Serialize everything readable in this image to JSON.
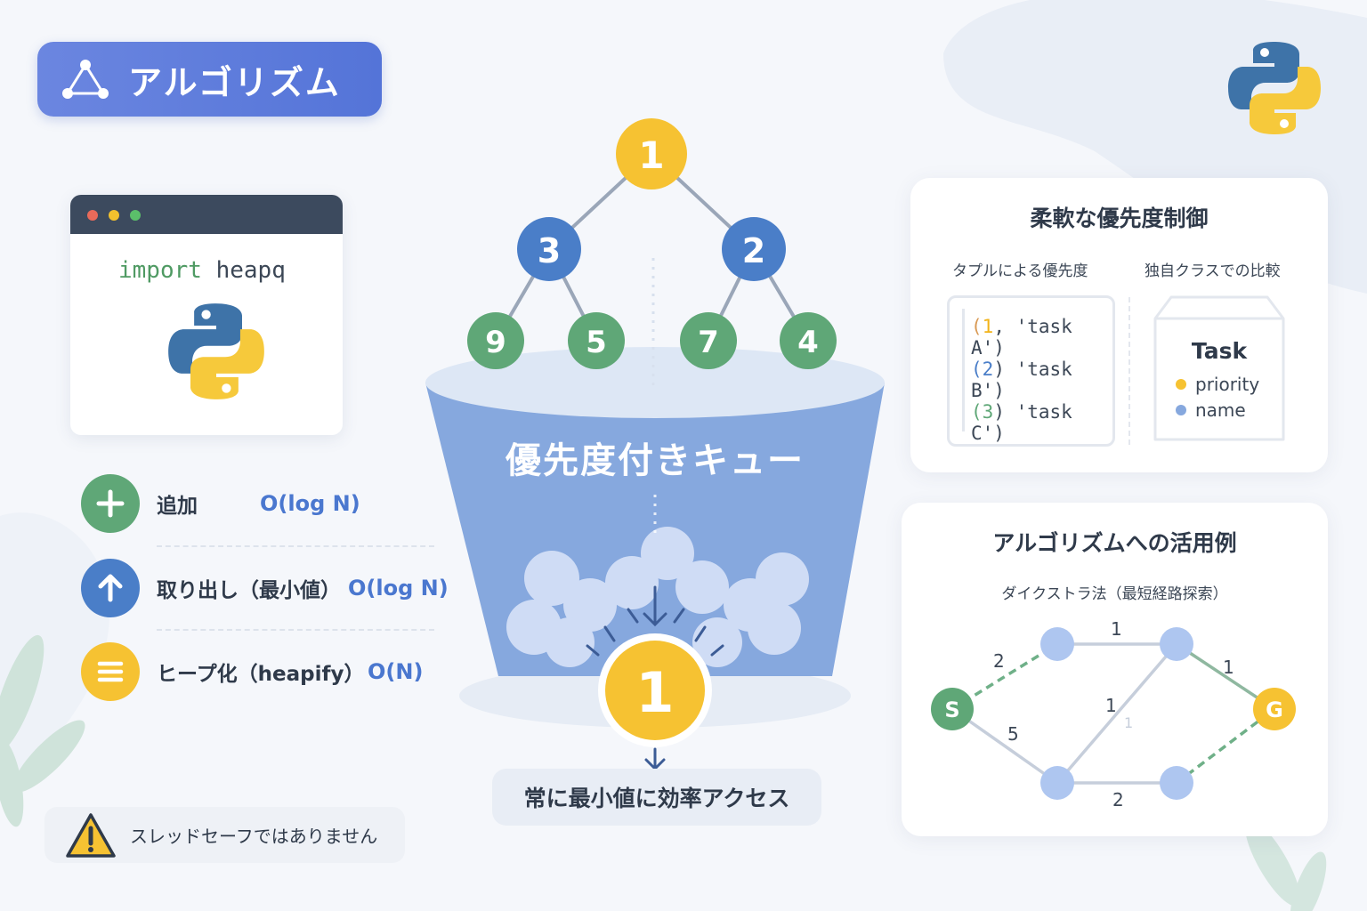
{
  "header": {
    "title": "アルゴリズム",
    "icon": "triangle-graph-icon"
  },
  "code_card": {
    "keyword": "import",
    "module": "heapq",
    "window_dots": [
      "#e86a5a",
      "#f2c12e",
      "#5bbf6a"
    ]
  },
  "operations": [
    {
      "label": "追加",
      "complexity": "O(log N)",
      "icon": "plus-icon",
      "color": "#5fa777"
    },
    {
      "label": "取り出し（最小値）",
      "complexity": "O(log N)",
      "icon": "arrow-up-icon",
      "color": "#4a7ec8"
    },
    {
      "label": "ヒープ化（heapify）",
      "complexity": "O(N)",
      "icon": "list-icon",
      "color": "#f6c232"
    }
  ],
  "warning": {
    "text": "スレッドセーフではありません",
    "icon": "warning-icon"
  },
  "heap": {
    "root": "1",
    "level1": [
      "3",
      "2"
    ],
    "level2": [
      "9",
      "5",
      "7",
      "4"
    ]
  },
  "queue": {
    "label": "優先度付きキュー",
    "output": "1"
  },
  "access": {
    "text": "常に最小値に効率アクセス"
  },
  "priority_card": {
    "title": "柔軟な優先度制御",
    "left_sub": "タプルによる優先度",
    "right_sub": "独自クラスでの比較",
    "tuples": [
      {
        "num": "1",
        "rest": ", 'task A')"
      },
      {
        "num": "2",
        "rest": ") 'task B')"
      },
      {
        "num": "3",
        "rest": ") 'task C')"
      }
    ],
    "class_box": {
      "name": "Task",
      "fields": [
        "priority",
        "name"
      ]
    }
  },
  "algo_card": {
    "title": "アルゴリズムへの活用例",
    "subtitle": "ダイクストラ法（最短経路探索）",
    "start": "S",
    "goal": "G",
    "weights": [
      "2",
      "1",
      "1",
      "5",
      "1",
      "1",
      "2"
    ]
  },
  "colors": {
    "yellow": "#f6c232",
    "blue": "#4a7ec8",
    "green": "#5fa777",
    "accent": "#5474d8"
  }
}
